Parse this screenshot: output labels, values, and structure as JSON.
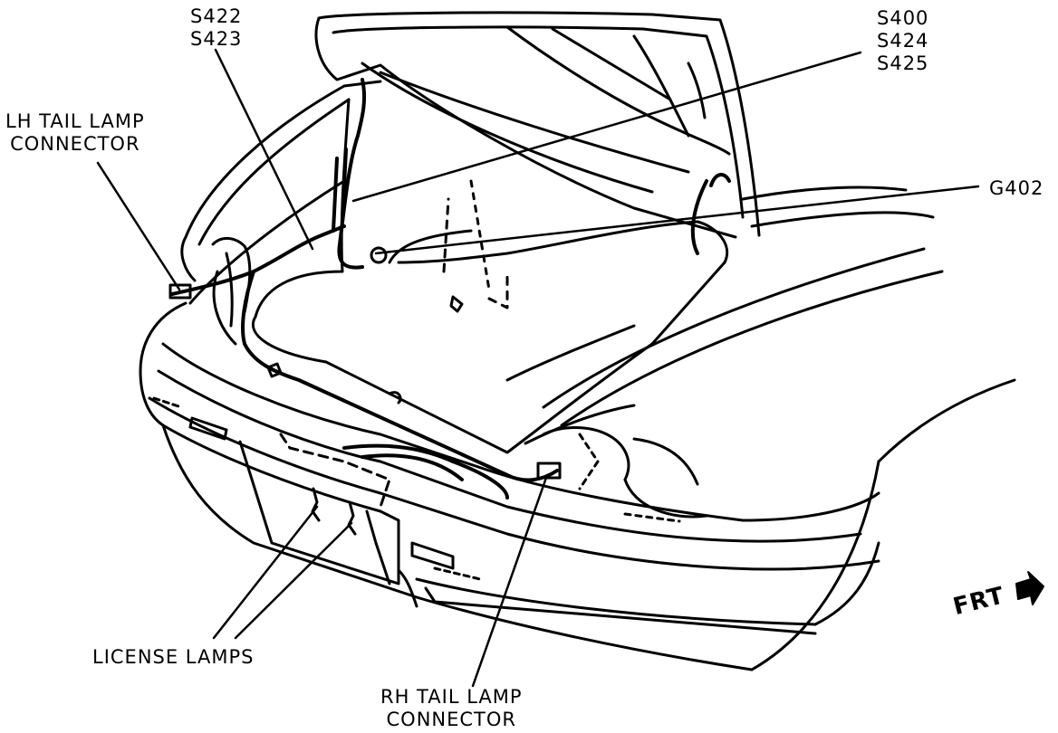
{
  "labels": {
    "s422": "S422",
    "s423": "S423",
    "s400": "S400",
    "s424": "S424",
    "s425": "S425",
    "lh_line1": "LH TAIL LAMP",
    "lh_line2": "CONNECTOR",
    "g402": "G402",
    "license_lamps": "LICENSE LAMPS",
    "rh_line1": "RH TAIL LAMP",
    "rh_line2": "CONNECTOR",
    "frt": "FRT"
  },
  "colors": {
    "ink": "#000000",
    "paper": "#ffffff"
  }
}
